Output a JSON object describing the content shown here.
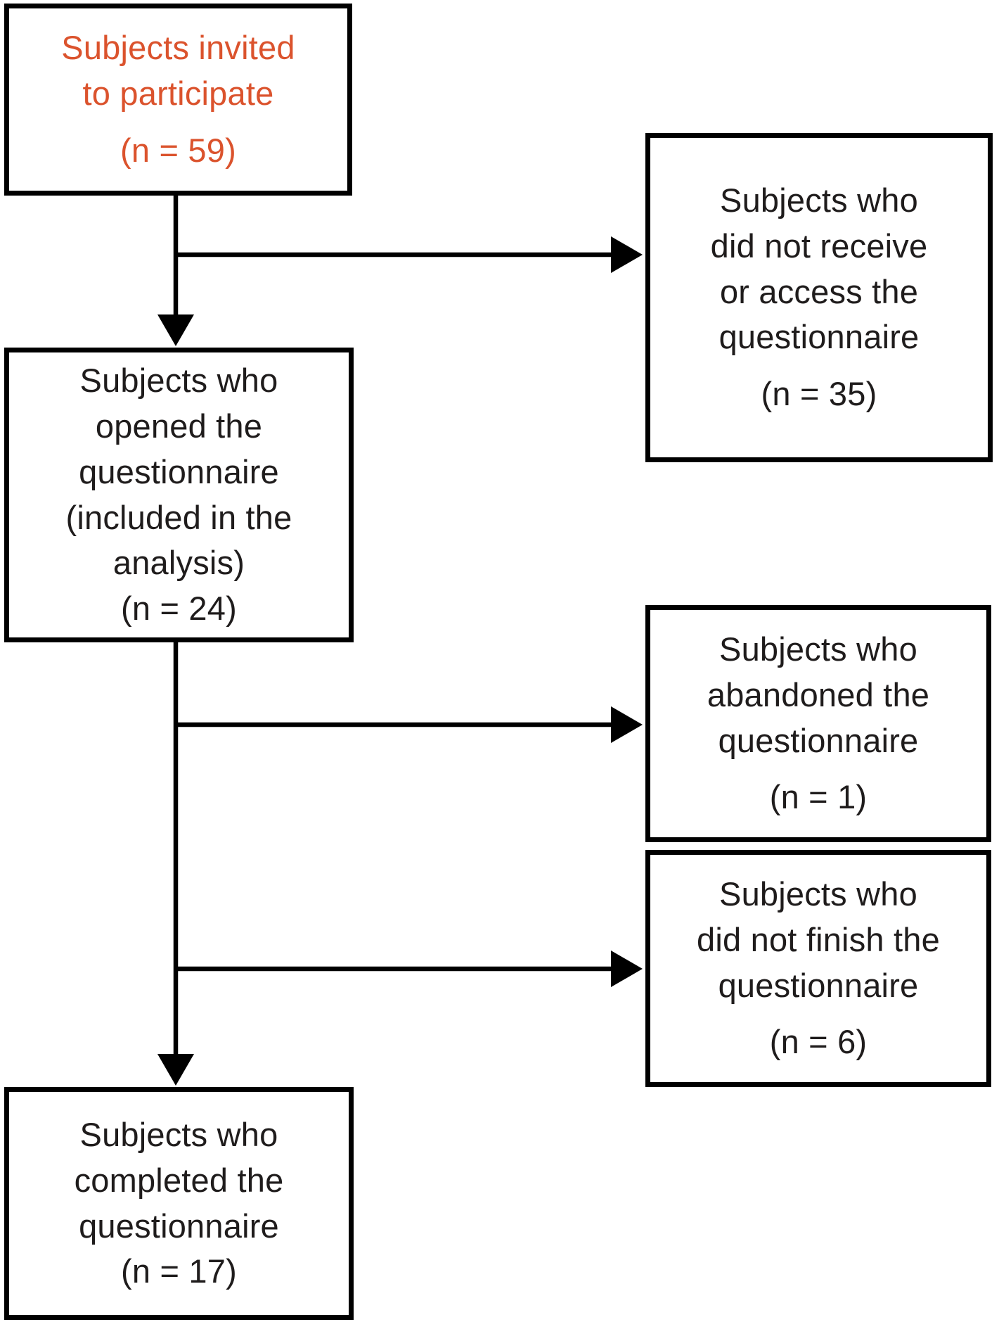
{
  "diagram": {
    "colors": {
      "accent_text": "#DB532D",
      "line": "#000000",
      "background": "#FFFFFF"
    },
    "boxes": [
      {
        "id": "invited",
        "lines": [
          "Subjects invited",
          "to participate"
        ],
        "count": "(n = 59)"
      },
      {
        "id": "opened",
        "lines": [
          "Subjects who",
          "opened the",
          "questionnaire",
          "(included in the",
          "analysis)"
        ],
        "count": "(n = 24)"
      },
      {
        "id": "not-received",
        "lines": [
          "Subjects who",
          "did not receive",
          "or access the",
          "questionnaire"
        ],
        "count": "(n = 35)"
      },
      {
        "id": "abandoned",
        "lines": [
          "Subjects who",
          "abandoned the",
          "questionnaire"
        ],
        "count": "(n = 1)"
      },
      {
        "id": "not-finished",
        "lines": [
          "Subjects who",
          "did not finish the",
          "questionnaire"
        ],
        "count": "(n = 6)"
      },
      {
        "id": "completed",
        "lines": [
          "Subjects who",
          "completed the",
          "questionnaire"
        ],
        "count": "(n = 17)"
      }
    ]
  }
}
